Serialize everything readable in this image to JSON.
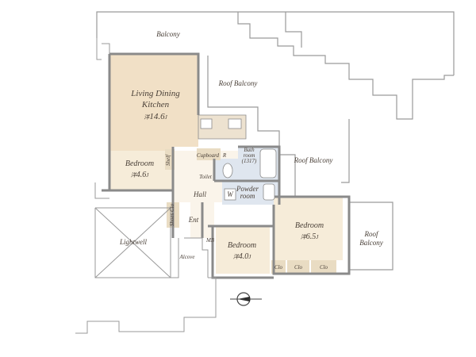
{
  "colors": {
    "living_floor": "#f1e0c6",
    "bedroom_floor": "#f6ecd9",
    "wet_floor": "#dfe6ef",
    "storage_floor": "#e9dcc3",
    "wall": "#8a8a8a",
    "outline": "#9a9a9a",
    "text": "#4a4038"
  },
  "rooms": {
    "living": {
      "name_line1": "Living Dining",
      "name_line2": "Kitchen",
      "size_prefix": "洋",
      "size_value": "14.6",
      "size_unit": "J"
    },
    "bedroom1": {
      "name": "Bedroom",
      "size_prefix": "洋",
      "size_value": "4.6",
      "size_unit": "J"
    },
    "bedroom2": {
      "name": "Bedroom",
      "size_prefix": "洋",
      "size_value": "6.5",
      "size_unit": "J"
    },
    "bedroom3": {
      "name": "Bedroom",
      "size_prefix": "洋",
      "size_value": "4.0",
      "size_unit": "J"
    },
    "bath": {
      "line1": "Bath",
      "line2": "room",
      "line3": "(1317)"
    },
    "powder": {
      "line1": "Powder",
      "line2": "room"
    }
  },
  "labels": {
    "balcony": "Balcony",
    "roof_balcony_1": "Roof Balcony",
    "roof_balcony_2": "Roof Balcony",
    "roof_balcony_3_line1": "Roof",
    "roof_balcony_3_line2": "Balcony",
    "shelf": "Shelf",
    "cupboard": "Cupboard",
    "refrigerator": "R",
    "toilet": "Toilet",
    "washer": "W",
    "hall": "Hall",
    "entrance": "Ent",
    "shoes_closet": "Shoes Clo",
    "meter_box": "MB",
    "lightwell": "Lightwell",
    "alcove": "Alcove",
    "closet": "Clo"
  }
}
